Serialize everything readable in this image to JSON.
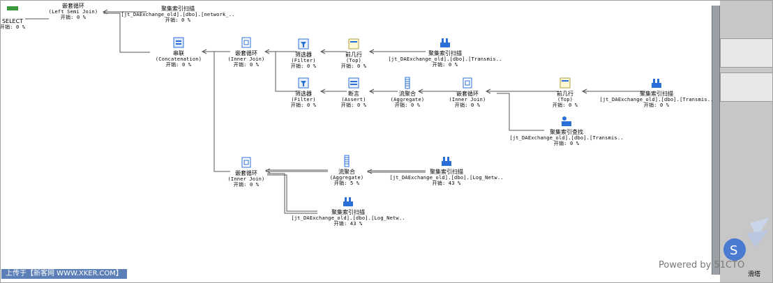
{
  "nodes": {
    "select": {
      "t1": "SELECT",
      "t2": "",
      "cost": "开销: 0 %"
    },
    "leftsemi": {
      "t1": "嵌套循环",
      "t2": "(Left Semi Join)",
      "cost": "开销: 0 %"
    },
    "idx_top": {
      "t1": "聚集索引扫描",
      "t2": "[jt_DAExchange_old].[dbo].[network_..",
      "cost": "开销: 0 %"
    },
    "concat": {
      "t1": "串联",
      "t2": "(Concatenation)",
      "cost": "开销: 0 %"
    },
    "inner1": {
      "t1": "嵌套循环",
      "t2": "(Inner Join)",
      "cost": "开销: 0 %"
    },
    "filter1": {
      "t1": "筛选器",
      "t2": "(Filter)",
      "cost": "开销: 0 %"
    },
    "top1": {
      "t1": "前几行",
      "t2": "(Top)",
      "cost": "开销: 0 %"
    },
    "idx_trans1": {
      "t1": "聚集索引扫描",
      "t2": "[jt_DAExchange_old].[dbo].[Transmis..",
      "cost": "开销: 0 %"
    },
    "filter2": {
      "t1": "筛选器",
      "t2": "(Filter)",
      "cost": "开销: 0 %"
    },
    "assert": {
      "t1": "断言",
      "t2": "(Assert)",
      "cost": "开销: 0 %"
    },
    "agg1": {
      "t1": "流聚合",
      "t2": "(Aggregate)",
      "cost": "开销: 0 %"
    },
    "inner2": {
      "t1": "嵌套循环",
      "t2": "(Inner Join)",
      "cost": "开销: 0 %"
    },
    "top2": {
      "t1": "前几行",
      "t2": "(Top)",
      "cost": "开销: 0 %"
    },
    "idx_trans2": {
      "t1": "聚集索引扫描",
      "t2": "[jt_DAExchange_old].[dbo].[Transmis..",
      "cost": "开销: 0 %"
    },
    "seek_trans": {
      "t1": "聚集索引查找",
      "t2": "[jt_DAExchange_old].[dbo].[Transmis..",
      "cost": "开销: 0 %"
    },
    "inner3": {
      "t1": "嵌套循环",
      "t2": "(Inner Join)",
      "cost": "开销: 0 %"
    },
    "agg2": {
      "t1": "流聚合",
      "t2": "(Aggregate)",
      "cost": "开销: 5 %"
    },
    "idx_log1": {
      "t1": "聚集索引扫描",
      "t2": "[jt_DAExchange_old].[dbo].[Log_Netw..",
      "cost": "开销: 43 %"
    },
    "idx_log2": {
      "t1": "聚集索引扫描",
      "t2": "[jt_DAExchange_old].[dbo].[Log_Netw..",
      "cost": "开销: 43 %"
    }
  },
  "footer": {
    "upload": "上传于【新客网 WWW.XKER.COM】",
    "powered": "Powered by 51CTO",
    "side_label": "滑塔"
  },
  "colors": {
    "line": "#555555",
    "accent": "#2a6fd8",
    "frame": "#a0a0a0"
  }
}
